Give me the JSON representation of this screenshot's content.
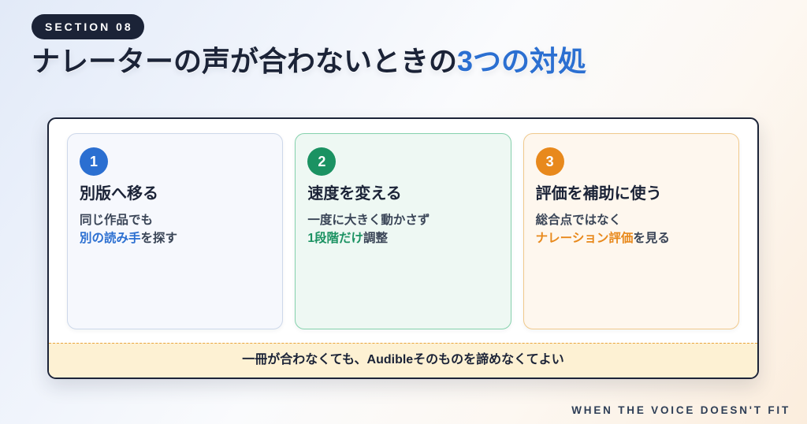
{
  "section_badge": "SECTION 08",
  "title": {
    "lead": "ナレーターの声が合わないときの",
    "highlight": "3つの対処"
  },
  "cards": [
    {
      "number": "1",
      "heading": "別版へ移る",
      "line1": "同じ作品でも",
      "line2_highlight": "別の読み手",
      "line2_rest": "を探す",
      "accent": "#2b6fd1",
      "tint": "#f6f8fd",
      "border": "#cdd8ea"
    },
    {
      "number": "2",
      "heading": "速度を変える",
      "line1": "一度に大きく動かさず",
      "line2_highlight": "1段階だけ",
      "line2_rest": "調整",
      "accent": "#1b9262",
      "tint": "#eef8f3",
      "border": "#86d2ad"
    },
    {
      "number": "3",
      "heading": "評価を補助に使う",
      "line1": "総合点ではなく",
      "line2_highlight": "ナレーション評価",
      "line2_rest": "を見る",
      "accent": "#e8891c",
      "tint": "#fef7ee",
      "border": "#f0c98c"
    }
  ],
  "bottom_note": "一冊が合わなくても、Audibleそのものを諦めなくてよい",
  "footer_caption": "WHEN THE VOICE DOESN'T FIT",
  "colors": {
    "navy": "#1b2337",
    "title_highlight": "#2b6fd1",
    "note_band": "#fdf1d3",
    "note_dash": "#e9a43d"
  }
}
